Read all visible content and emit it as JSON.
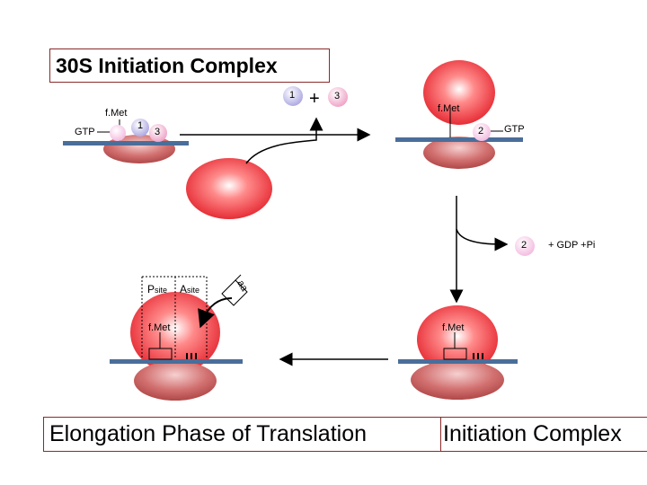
{
  "title": "30S Initiation Complex",
  "bottom_left_caption": "Elongation Phase of Translation",
  "bottom_right_caption": "Initiation Complex",
  "labels": {
    "fmet": "f.Met",
    "gtp": "GTP",
    "factor_1": "1",
    "factor_2": "2",
    "factor_3": "3",
    "plus": "+",
    "gdp_pi": "+ GDP +Pi",
    "p_site_main": "P",
    "p_site_sub": "site",
    "a_site_main": "A",
    "a_site_sub": "site",
    "aa": "aa"
  },
  "colors": {
    "ribosome_red": "#e8313a",
    "ribosome_light": "#ffffff",
    "small_subunit": "#c76a6a",
    "mrna": "#4a6e9a",
    "factor_1": "#b9b6e6",
    "factor_2": "#f5c4e4",
    "factor_3": "#f1a8c9",
    "box_border": "#8a2a2a"
  }
}
